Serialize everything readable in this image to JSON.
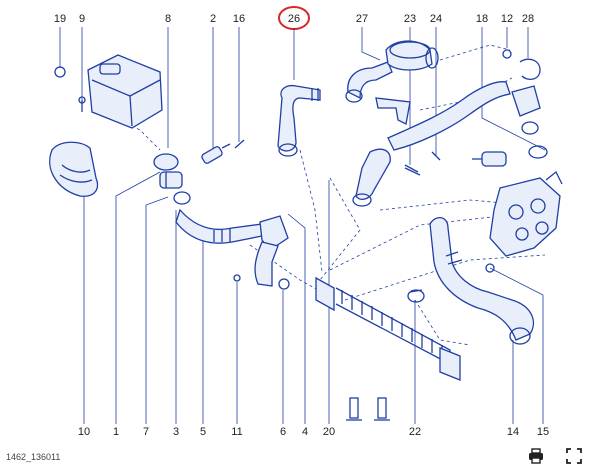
{
  "diagram": {
    "reference": "1462_136011",
    "highlighted_callout": "26",
    "top_callouts": [
      "19",
      "9",
      "8",
      "2",
      "16",
      "26",
      "27",
      "23",
      "24",
      "18",
      "12",
      "28"
    ],
    "bottom_callouts": [
      "10",
      "1",
      "7",
      "3",
      "5",
      "11",
      "6",
      "4",
      "20",
      "22",
      "14",
      "15"
    ]
  },
  "toolbar": {
    "print_icon": "print-icon",
    "fullscreen_icon": "fullscreen-icon"
  },
  "colors": {
    "line": "#1f3fa6",
    "highlight": "#d62828"
  }
}
